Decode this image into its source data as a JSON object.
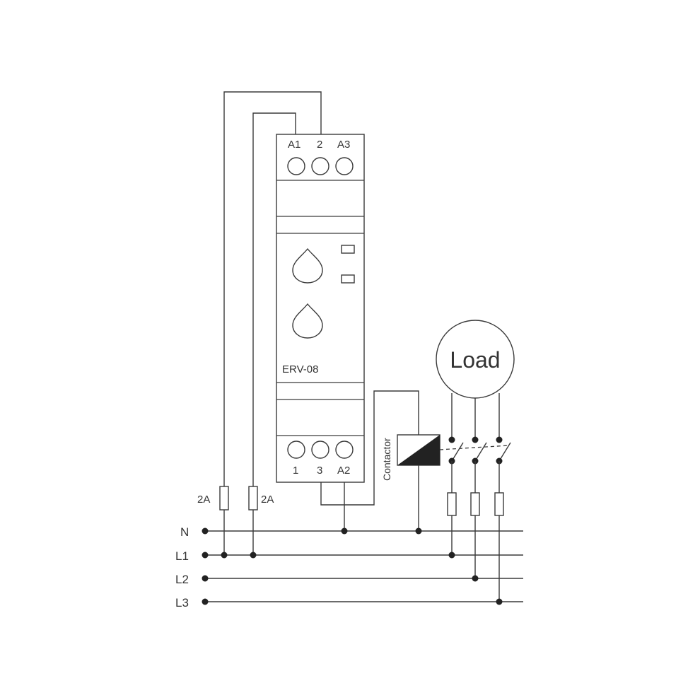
{
  "device": {
    "model": "ERV-08",
    "top_terminals": [
      "A1",
      "2",
      "A3"
    ],
    "bottom_terminals": [
      "1",
      "3",
      "A2"
    ]
  },
  "fuses": [
    {
      "label": "2A"
    },
    {
      "label": "2A"
    }
  ],
  "contactor": {
    "label": "Contactor"
  },
  "load": {
    "label": "Load"
  },
  "lines": [
    "N",
    "L1",
    "L2",
    "L3"
  ]
}
